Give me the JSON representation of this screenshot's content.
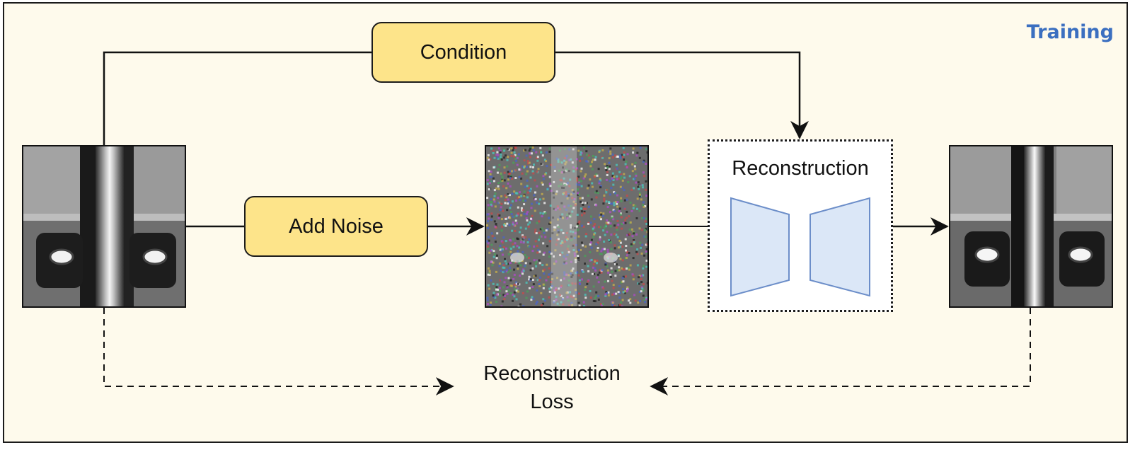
{
  "title": "Training",
  "nodes": {
    "condition": "Condition",
    "add_noise": "Add Noise",
    "reconstruction": "Reconstruction"
  },
  "loss": {
    "line1": "Reconstruction",
    "line2": "Loss"
  },
  "colors": {
    "background": "#fefaec",
    "process_box": "#fde48a",
    "trapezoid_fill": "#dbe7f7",
    "trapezoid_stroke": "#6c8ec9",
    "title": "#3b6fc0"
  },
  "images": [
    "input-image",
    "noisy-image",
    "output-image"
  ]
}
